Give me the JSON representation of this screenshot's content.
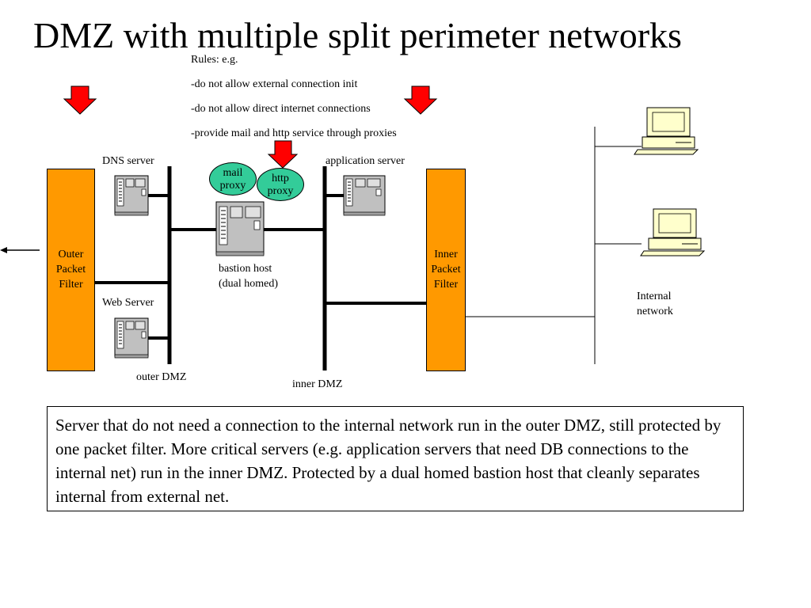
{
  "title": "DMZ with multiple split perimeter networks",
  "rules": {
    "heading": "Rules: e.g.",
    "items": [
      "-do not allow external connection init",
      "-do not allow direct internet connections",
      "-provide mail and http service through proxies"
    ]
  },
  "nodes": {
    "dns_server": "DNS server",
    "web_server": "Web Server",
    "application_server": "application server",
    "bastion_line1": "bastion host",
    "bastion_line2": "(dual homed)",
    "mail_proxy_line1": "mail",
    "mail_proxy_line2": "proxy",
    "http_proxy_line1": "http",
    "http_proxy_line2": "proxy",
    "outer_filter": [
      "Outer",
      "Packet",
      "Filter"
    ],
    "inner_filter": [
      "Inner",
      "Packet",
      "Filter"
    ],
    "outer_dmz": "outer DMZ",
    "inner_dmz": "inner DMZ",
    "internal_line1": "Internal",
    "internal_line2": "network"
  },
  "description": "Server that do not need a connection to the internal network run in the outer DMZ, still protected by one packet filter. More critical servers (e.g. application servers that need DB connections to the internal net) run in the inner DMZ. Protected by a dual homed bastion host that cleanly separates internal from external net.",
  "colors": {
    "filter": "#ff9900",
    "proxy": "#33cc99",
    "arrow": "#ff0000",
    "server": "#c0c0c0",
    "monitor": "#ffffcc"
  }
}
